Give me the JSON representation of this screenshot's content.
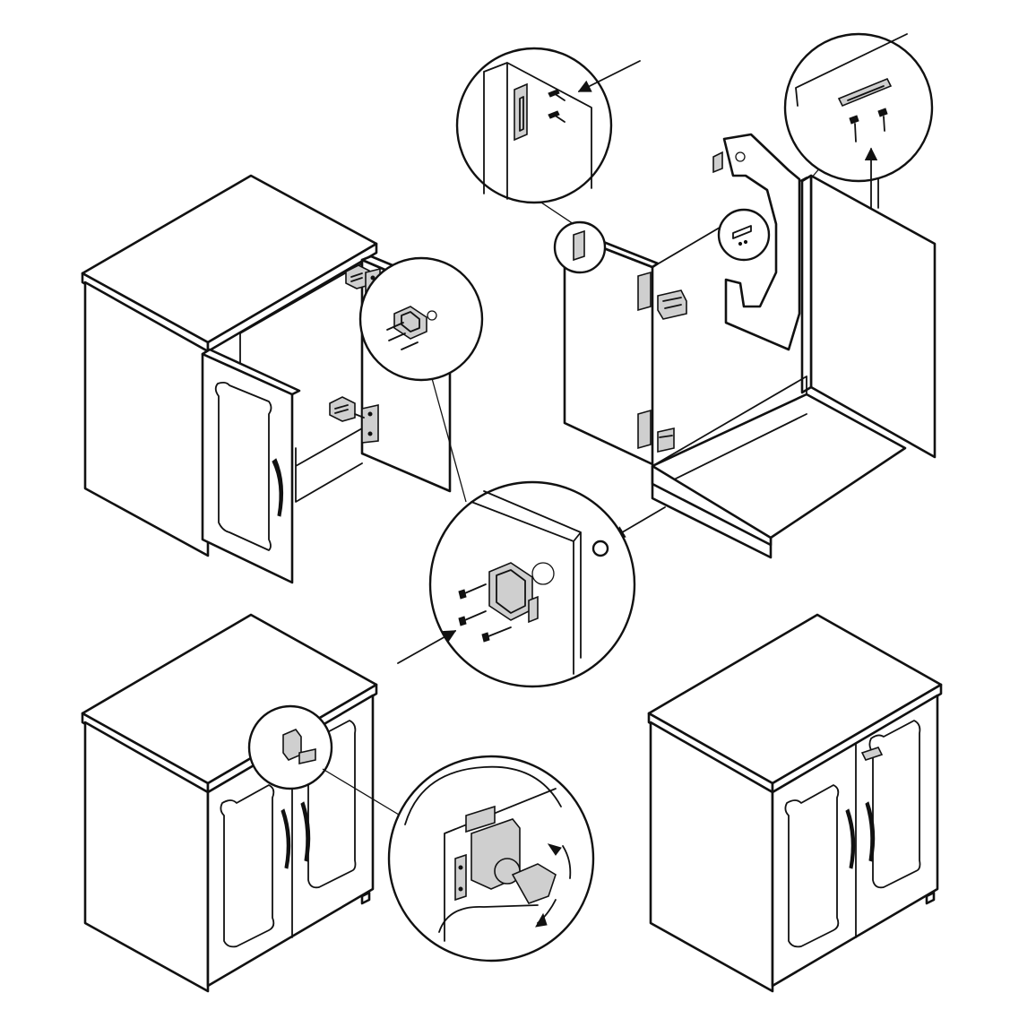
{
  "figure": {
    "kind": "cabinet-door-lock-assembly-instructions",
    "colors": {
      "line": "#111111",
      "background": "#ffffff",
      "shade": "#cfcfcf"
    },
    "steps": [
      {
        "id": "open-cabinet-hinge-step",
        "callout": "lock-plate-screws"
      },
      {
        "id": "drawer-bracket-step",
        "callouts": [
          "catch-plate-screws",
          "strike-plate-screws"
        ]
      },
      {
        "id": "lock-body-detail",
        "callout": "lock-body-screws"
      },
      {
        "id": "closed-cabinet-lock-step",
        "callout": "key-turn"
      },
      {
        "id": "finished-cabinet"
      }
    ],
    "icons": [
      "arrow-icon",
      "screw-icon",
      "lock-icon",
      "key-icon",
      "hinge-icon",
      "handle-icon"
    ]
  }
}
